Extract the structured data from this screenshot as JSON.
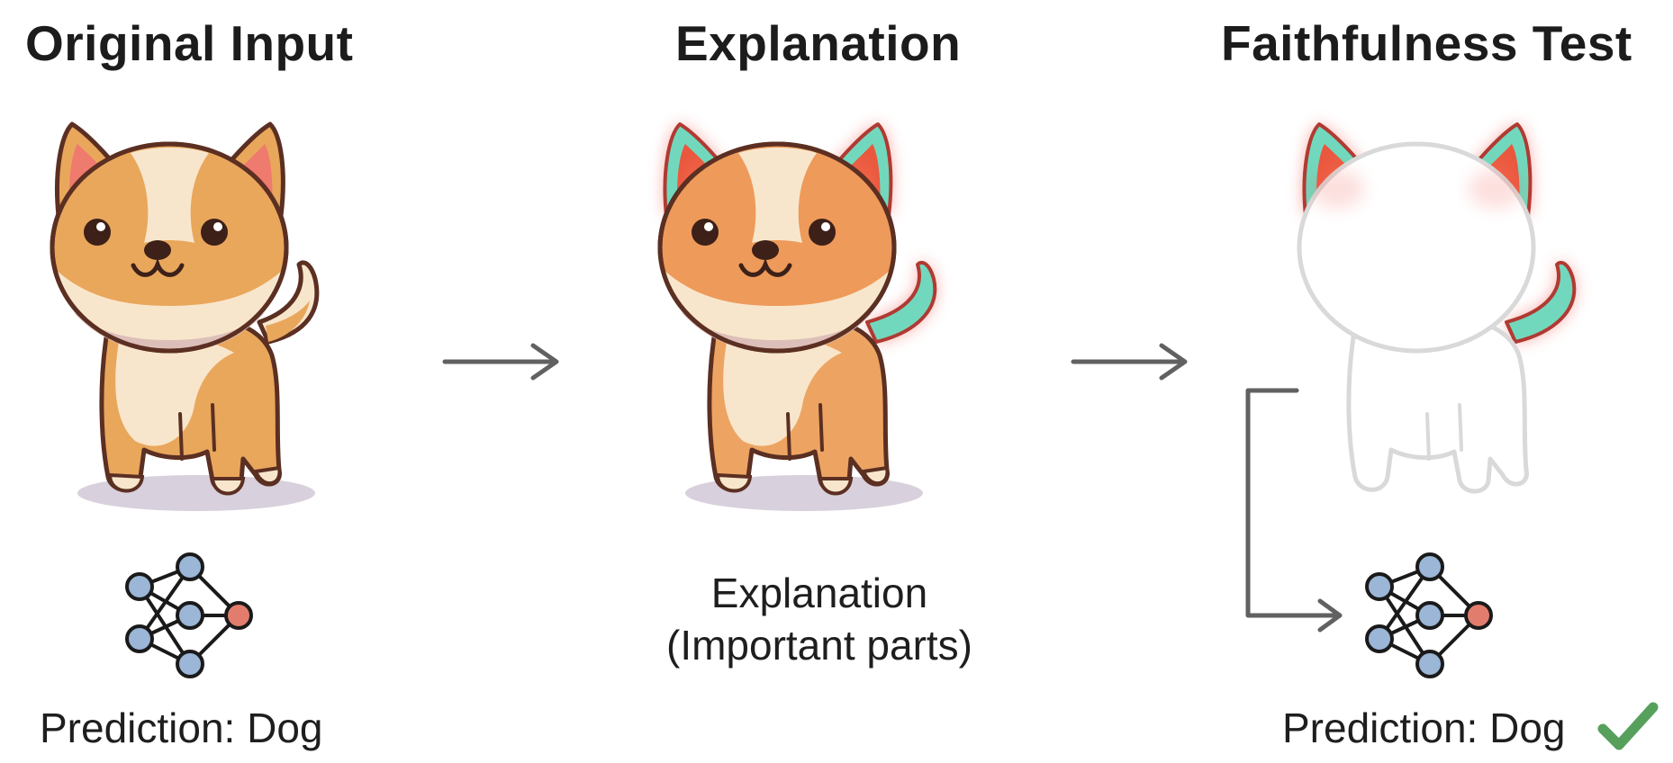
{
  "panels": [
    {
      "title": "Original Input",
      "image": "cute-dog-full-color",
      "model_icon": "neural-network-icon",
      "caption": "Prediction: Dog"
    },
    {
      "title": "Explanation",
      "image": "cute-dog-highlighted-ears-tail",
      "caption_line1": "Explanation",
      "caption_line2": "(Important parts)"
    },
    {
      "title": "Faithfulness Test",
      "image": "dog-outline-only-ears-tail-kept",
      "model_icon": "neural-network-icon",
      "caption": "Prediction: Dog",
      "result_icon": "checkmark-icon"
    }
  ],
  "arrows": [
    {
      "from": "Original Input",
      "to": "Explanation"
    },
    {
      "from": "Explanation",
      "to": "Faithfulness Test"
    },
    {
      "from": "masked-image",
      "to": "neural-network"
    }
  ],
  "colors": {
    "dog_fur": "#e9a75c",
    "dog_cream": "#f8e6cc",
    "dog_outline": "#5b2f22",
    "ear_inner": "#ef7a6e",
    "highlight_teal": "#72d8bd",
    "highlight_glow": "#f0524a",
    "highlight_core": "#ec6344",
    "ghost_outline": "#d9d9d9",
    "node_blue": "#9bb6d6",
    "node_red": "#e27d6e",
    "arrow_gray": "#616161",
    "check_green": "#56a05c",
    "shadow": "#d9d1dd"
  }
}
